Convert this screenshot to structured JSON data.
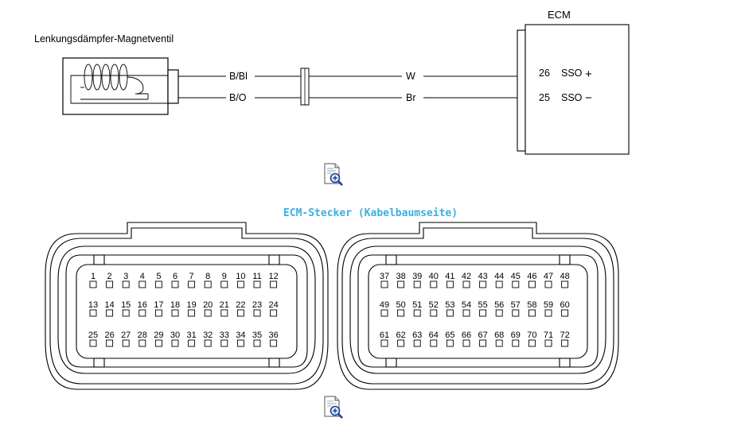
{
  "wiring": {
    "component_label": "Lenkungsdämpfer-Magnetventil",
    "ecm_label": "ECM",
    "wire_left_top": "B/Bl",
    "wire_left_bottom": "B/O",
    "wire_right_top": "W",
    "wire_right_bottom": "Br",
    "pin_top_number": "26",
    "pin_top_name": "SSO",
    "pin_top_sign": "+",
    "pin_bottom_number": "25",
    "pin_bottom_name": "SSO",
    "pin_bottom_sign": "−"
  },
  "connector": {
    "caption": "ECM-Stecker (Kabelbaumseite)",
    "caption_color": "#3ab0e2",
    "left_rows": [
      [
        "1",
        "2",
        "3",
        "4",
        "5",
        "6",
        "7",
        "8",
        "9",
        "10",
        "11",
        "12"
      ],
      [
        "13",
        "14",
        "15",
        "16",
        "17",
        "18",
        "19",
        "20",
        "21",
        "22",
        "23",
        "24"
      ],
      [
        "25",
        "26",
        "27",
        "28",
        "29",
        "30",
        "31",
        "32",
        "33",
        "34",
        "35",
        "36"
      ]
    ],
    "right_rows": [
      [
        "37",
        "38",
        "39",
        "40",
        "41",
        "42",
        "43",
        "44",
        "45",
        "46",
        "47",
        "48"
      ],
      [
        "49",
        "50",
        "51",
        "52",
        "53",
        "54",
        "55",
        "56",
        "57",
        "58",
        "59",
        "60"
      ],
      [
        "61",
        "62",
        "63",
        "64",
        "65",
        "66",
        "67",
        "68",
        "69",
        "70",
        "71",
        "72"
      ]
    ]
  },
  "icons": {
    "zoom_top": "zoom-document-icon",
    "zoom_bottom": "zoom-document-icon"
  }
}
